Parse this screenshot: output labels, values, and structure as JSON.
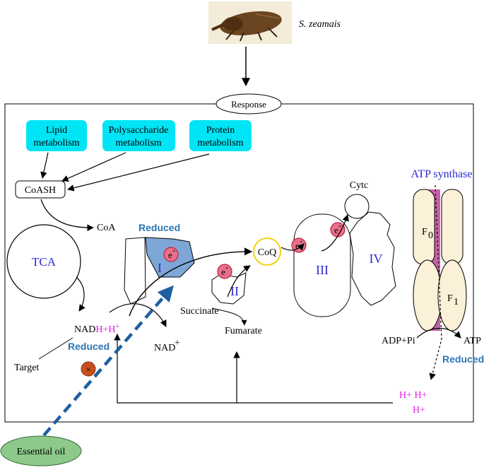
{
  "species": "S. zeamais",
  "response": "Response",
  "metabolism": {
    "lipid": [
      "Lipid",
      "metabolism"
    ],
    "polysaccharide": [
      "Polysaccharide",
      "metabolism"
    ],
    "protein": [
      "Protein",
      "metabolism"
    ]
  },
  "coash": "CoASH",
  "coa": "CoA",
  "tca": "TCA",
  "reduced": "Reduced",
  "complex": {
    "I": "I",
    "II": "II",
    "III": "III",
    "IV": "IV"
  },
  "electron": "e",
  "electron_sup": "-",
  "coq": "CoQ",
  "cytc": "Cytc",
  "atp_synthase": "ATP synthase",
  "f0": "F",
  "f0_sub": "0",
  "f1": "F",
  "f1_sub": "1",
  "succinate": "Succinate",
  "fumarate": "Fumarate",
  "nad": "NAD",
  "nad_sup": "+",
  "nadh": {
    "a": "NAD",
    "b": "H+H",
    "c": "+"
  },
  "target": "Target",
  "adp_pi": "ADP+Pi",
  "atp": "ATP",
  "protons": {
    "line1": "H+ H+",
    "line2": "H+"
  },
  "essential_oil": "Essential oil",
  "inhibit_symbol": "×",
  "colors": {
    "metabolism_box": "#00e5f5",
    "reduced_text": "#2a76b5",
    "complex_label": "#2a2ad0",
    "magenta": "#e020e0",
    "electron_fill": "#e8708a",
    "complex_I_patch": "#7ea7d8",
    "essential_oil_fill": "#8cc98a",
    "atp_synthase_stalk": "#c760a8",
    "atp_synthase_body": "#fbf0d8",
    "dashed_arrow": "#1f5fa0",
    "inhibitor": "#c8501e"
  }
}
